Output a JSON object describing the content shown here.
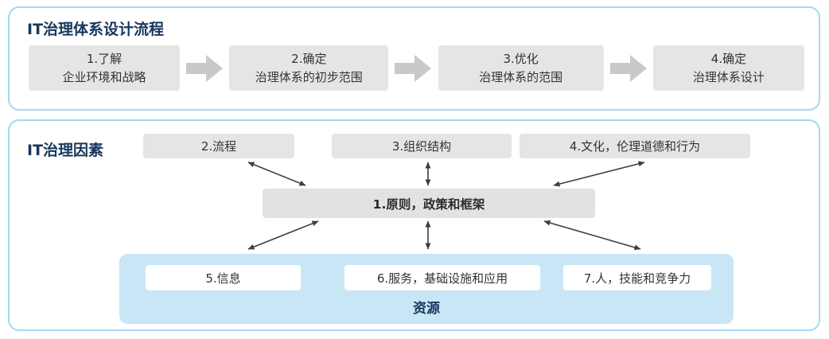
{
  "colors": {
    "panel_border": "#a3d8f1",
    "title_navy": "#17375d",
    "box_gray": "#e5e5e5",
    "flow_arrow_gray": "#c9c9c9",
    "connector_dark": "#3d3d3d",
    "resource_blue": "#c9e6f6"
  },
  "flow": {
    "title": "IT治理体系设计流程",
    "steps": [
      {
        "line1": "1.了解",
        "line2": "企业环境和战略"
      },
      {
        "line1": "2.确定",
        "line2": "治理体系的初步范围"
      },
      {
        "line1": "3.优化",
        "line2": "治理体系的范围"
      },
      {
        "line1": "4.确定",
        "line2": "治理体系设计"
      }
    ]
  },
  "factors": {
    "title": "IT治理因素",
    "top": [
      "2.流程",
      "3.组织结构",
      "4.文化，伦理道德和行为"
    ],
    "center": "1.原则，政策和框架",
    "resources": [
      "5.信息",
      "6.服务，基础设施和应用",
      "7.人，技能和竞争力"
    ],
    "resource_label": "资源"
  }
}
